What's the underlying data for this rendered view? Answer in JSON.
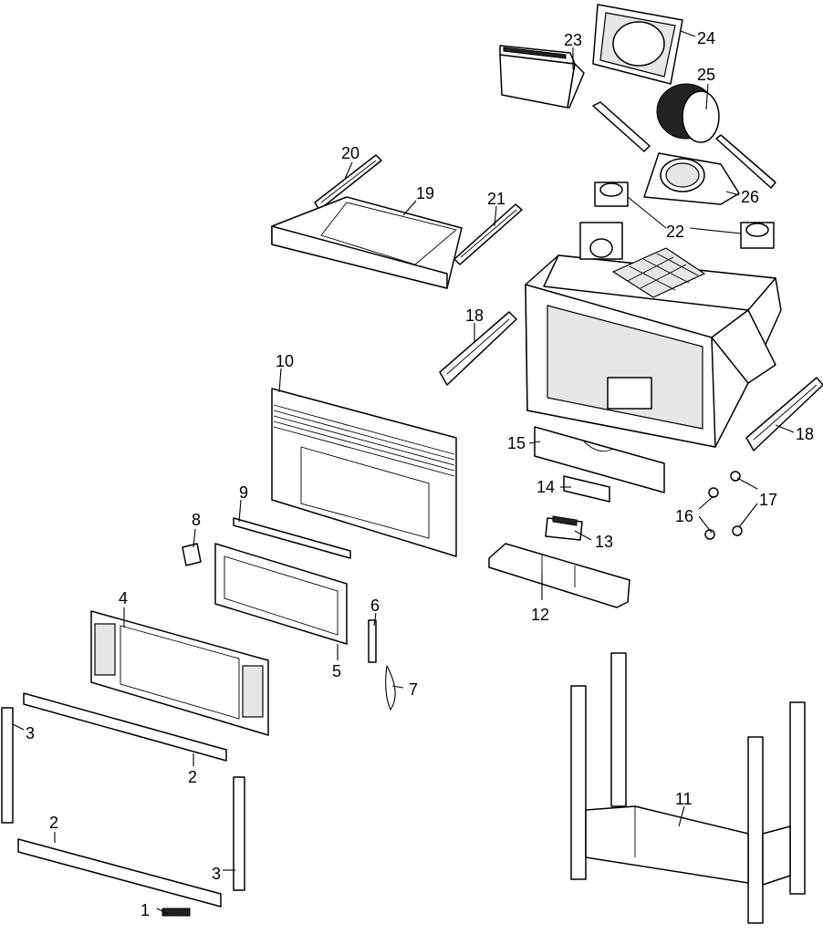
{
  "callouts": [
    {
      "key": "c1",
      "text": "1"
    },
    {
      "key": "c2a",
      "text": "2"
    },
    {
      "key": "c2b",
      "text": "2"
    },
    {
      "key": "c3a",
      "text": "3"
    },
    {
      "key": "c3b",
      "text": "3"
    },
    {
      "key": "c4",
      "text": "4"
    },
    {
      "key": "c5",
      "text": "5"
    },
    {
      "key": "c6",
      "text": "6"
    },
    {
      "key": "c7",
      "text": "7"
    },
    {
      "key": "c8",
      "text": "8"
    },
    {
      "key": "c9",
      "text": "9"
    },
    {
      "key": "c10",
      "text": "10"
    },
    {
      "key": "c11",
      "text": "11"
    },
    {
      "key": "c12",
      "text": "12"
    },
    {
      "key": "c13",
      "text": "13"
    },
    {
      "key": "c14",
      "text": "14"
    },
    {
      "key": "c15",
      "text": "15"
    },
    {
      "key": "c16",
      "text": "16"
    },
    {
      "key": "c17",
      "text": "17"
    },
    {
      "key": "c18a",
      "text": "18"
    },
    {
      "key": "c18b",
      "text": "18"
    },
    {
      "key": "c19",
      "text": "19"
    },
    {
      "key": "c20",
      "text": "20"
    },
    {
      "key": "c21",
      "text": "21"
    },
    {
      "key": "c22",
      "text": "22"
    },
    {
      "key": "c23",
      "text": "23"
    },
    {
      "key": "c24",
      "text": "24"
    },
    {
      "key": "c25",
      "text": "25"
    },
    {
      "key": "c26",
      "text": "26"
    }
  ]
}
